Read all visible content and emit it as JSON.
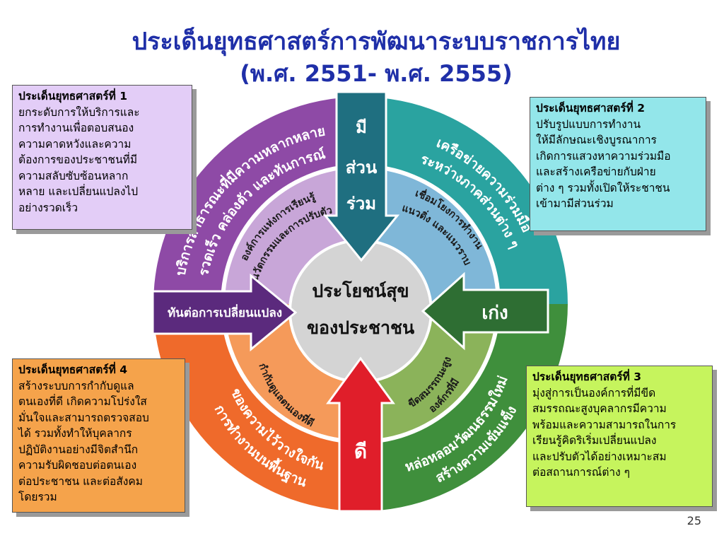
{
  "title": {
    "line1": "ประเด็นยุทธศาสตร์การพัฒนาระบบราชการไทย",
    "line2": "(พ.ศ. 2551- พ.ศ. 2555)"
  },
  "boxes": {
    "b1": {
      "heading": "ประเด็นยุทธศาสตร์ที่ 1",
      "text": "ยกระดับการให้บริการและ\nการทำงานเพื่อตอบสนอง\nความคาดหวังและความ\nต้องการของประชาชนที่มี\nความสลับซับซ้อนหลาก\nหลาย และเปลี่ยนแปลงไป\nอย่างรวดเร็ว"
    },
    "b2": {
      "heading": "ประเด็นยุทธศาสตร์ที่ 2",
      "text": "ปรับรูปแบบการทำงาน\nให้มีลักษณะเชิงบูรณาการ\nเกิดการแสวงหาความร่วมมือ\nและสร้างเครือข่ายกับฝ่าย\nต่าง ๆ รวมทั้งเปิดให้ระชาชน\nเข้ามามีส่วนร่วม"
    },
    "b3": {
      "heading": "ประเด็นยุทธศาสตร์ที่ 3",
      "text": "มุ่งสู่การเป็นองค์การที่มีขีด\nสมรรถณะสูงบุคลากรมีความ\nพร้อมและความสามารถในการ\nเรียนรู้คิดริเริ่มเปลี่ยนแปลง\nและปรับตัวได้อย่างเหมาะสม\nต่อสถานการณ์ต่าง ๆ"
    },
    "b4": {
      "heading": "ประเด็นยุทธศาสตร์ที่ 4",
      "text": "สร้างระบบการกำกับดูแล\nตนเองที่ดี เกิดความโปร่งใส\nมั่นใจและสามารถตรวจสอบ\nได้ รวมทั้งทำให้บุคลากร\nปฏิบัติงานอย่างมีจิตสำนึก\nความรับผิดชอบต่อตนเอง\nต่อประชาชน และต่อสังคม\nโดยรวม"
    }
  },
  "center": {
    "line1": "ประโยชน์สุข",
    "line2": "ของประชาชน"
  },
  "arrows": {
    "top": [
      "มี",
      "ส่วน",
      "ร่วม"
    ],
    "left": "ทันต่อการเปลี่ยนแปลง",
    "right": "เก่ง",
    "bottom": "ดี"
  },
  "outer_ring": {
    "top_left": [
      "บริการสาธารณะที่มีความหลากหลาย",
      "รวดเร็ว คล่องตัว และทันการณ์"
    ],
    "top_right": [
      "เครือข่ายความร่วมมือ",
      "ระหว่างภาคส่วนต่าง ๆ"
    ],
    "bottom_left": [
      "การทำงานบนพื้นฐาน",
      "ของความไว้วางใจกัน"
    ],
    "bottom_right": [
      "สร้างความเข้มแข็ง",
      "หล่อหลอมวัฒนธรรมใหม่"
    ]
  },
  "inner_ring": {
    "top_left": [
      "องค์การแห่งการเรียนรู้",
      "นวัตกรรมและการปรับตัว"
    ],
    "top_right": [
      "เชื่อมโยงการทำงาน",
      "แนวดิ่ง และแนวราบ"
    ],
    "bottom_left": [
      "กำกับดูแลตนเองที่ดี"
    ],
    "bottom_right": [
      "องค์กรที่มี",
      "ขีดสมรรถนะสูง"
    ]
  },
  "colors": {
    "purple_outer": "#8e4aa6",
    "purple_inner": "#c8a6d8",
    "teal_outer": "#2aa3a0",
    "teal_inner": "#7fb7d8",
    "orange_outer": "#ef6a2b",
    "orange_inner": "#f59a5a",
    "green_outer": "#3f8f3c",
    "green_inner": "#8bb35a",
    "center": "#d4d4d4",
    "arrow_top": "#1f6f80",
    "arrow_left": "#5b2a7d",
    "arrow_right": "#2e6e33",
    "arrow_bottom": "#e01e2a"
  },
  "page_number": "25"
}
